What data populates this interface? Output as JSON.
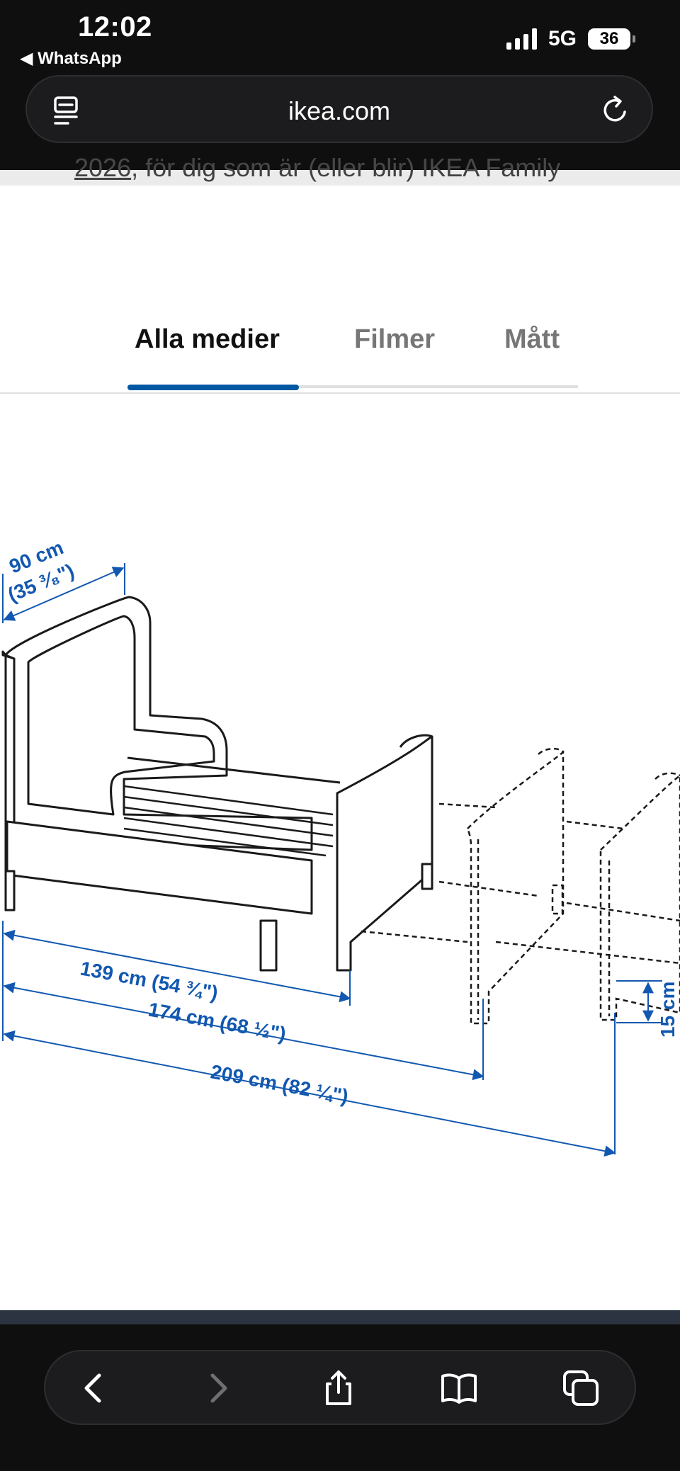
{
  "status_bar": {
    "time": "12:02",
    "back_app": "◀ WhatsApp",
    "network": "5G",
    "battery": "36"
  },
  "browser": {
    "url": "ikea.com",
    "reader_icon": "reader-mode-icon",
    "reload_icon": "reload-icon"
  },
  "page": {
    "clipped_link": "2026",
    "clipped_rest": ", för dig som är (eller blir) IKEA Family"
  },
  "tabs": [
    {
      "label": "Alla medier",
      "active": true
    },
    {
      "label": "Filmer",
      "active": false
    },
    {
      "label": "Mått",
      "active": false
    }
  ],
  "dimensions": {
    "width_cm": "90 cm",
    "width_in": "(35 ³⁄₈\")",
    "length_short": "139 cm (54 ¾\")",
    "length_mid": "174 cm (68 ½\")",
    "length_long": "209 cm (82 ¼\")",
    "height_clearance": "15 cm"
  },
  "toolbar": {
    "icons": [
      "back-icon",
      "forward-icon",
      "share-icon",
      "bookmarks-icon",
      "tabs-icon"
    ]
  },
  "colors": {
    "accent": "#0058a3",
    "dimension_blue": "#1258b0",
    "chrome_bg": "#0f0f10"
  }
}
